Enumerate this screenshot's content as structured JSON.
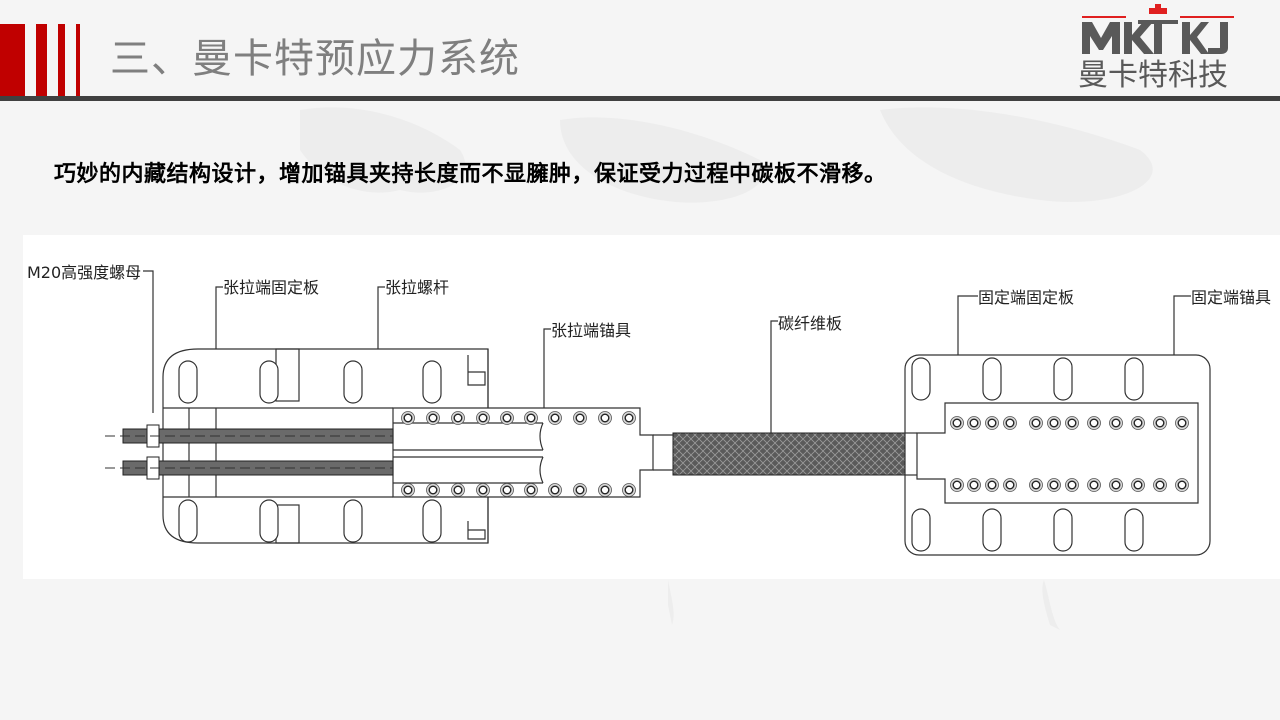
{
  "header": {
    "title": "三、曼卡特预应力系统",
    "accent_color": "#c00000",
    "rule_color": "#404040"
  },
  "logo": {
    "mark_text": "MKTKJ",
    "company_name": "曼卡特科技"
  },
  "content": {
    "description": "巧妙的内藏结构设计，增加锚具夹持长度而不显臃肿，保证受力过程中碳板不滑移。"
  },
  "diagram": {
    "labels": {
      "nut": "M20高强度螺母",
      "tension_plate": "张拉端固定板",
      "tension_screw": "张拉螺杆",
      "tension_anchor": "张拉端锚具",
      "carbon_plate": "碳纤维板",
      "fixed_plate": "固定端固定板",
      "fixed_anchor": "固定端锚具"
    }
  }
}
